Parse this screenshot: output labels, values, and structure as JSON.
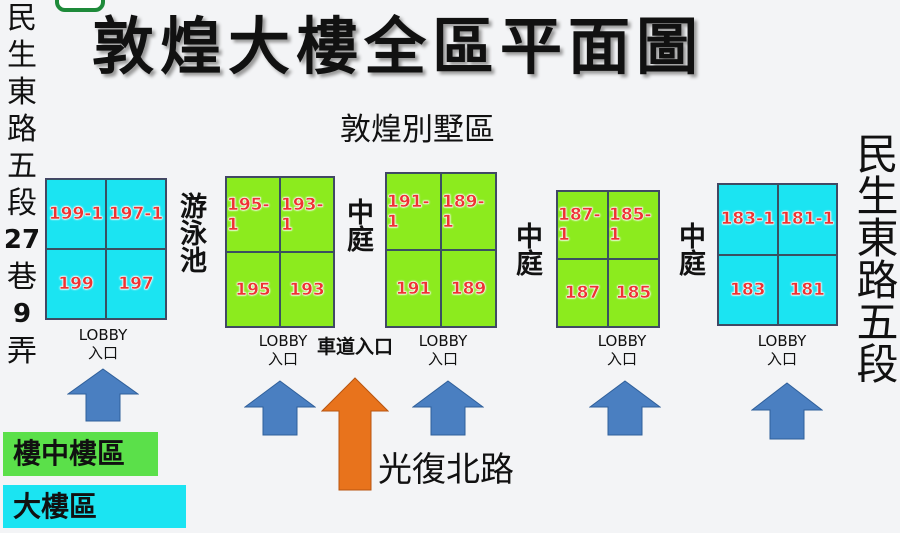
{
  "title": "敦煌大樓全區平面圖",
  "subtitle": "敦煌別墅區",
  "left_road": [
    "民",
    "生",
    "東",
    "路",
    "五",
    "段",
    "27",
    "巷",
    "9",
    "弄"
  ],
  "right_road": "民生東路五段",
  "bottom_road": "光復北路",
  "driveway": "車道入口",
  "pool": "游泳池",
  "courtyard": "中庭",
  "lobby": {
    "line1": "LOBBY",
    "line2": "入口"
  },
  "buildings": [
    {
      "type": "大樓區",
      "units": [
        "199-1",
        "197-1",
        "199",
        "197"
      ]
    },
    {
      "type": "樓中樓區",
      "units": [
        "195-1",
        "193-1",
        "195",
        "193"
      ]
    },
    {
      "type": "樓中樓區",
      "units": [
        "191-1",
        "189-1",
        "191",
        "189"
      ]
    },
    {
      "type": "樓中樓區",
      "units": [
        "187-1",
        "185-1",
        "187",
        "185"
      ]
    },
    {
      "type": "大樓區",
      "units": [
        "183-1",
        "181-1",
        "183",
        "181"
      ]
    }
  ],
  "legend": [
    {
      "label": "樓中樓區",
      "color": "#5be04a"
    },
    {
      "label": "大樓區",
      "color": "#1be4f2"
    }
  ],
  "colors": {
    "arrow_blue": "#4a7fc1",
    "arrow_orange": "#e8731c"
  }
}
